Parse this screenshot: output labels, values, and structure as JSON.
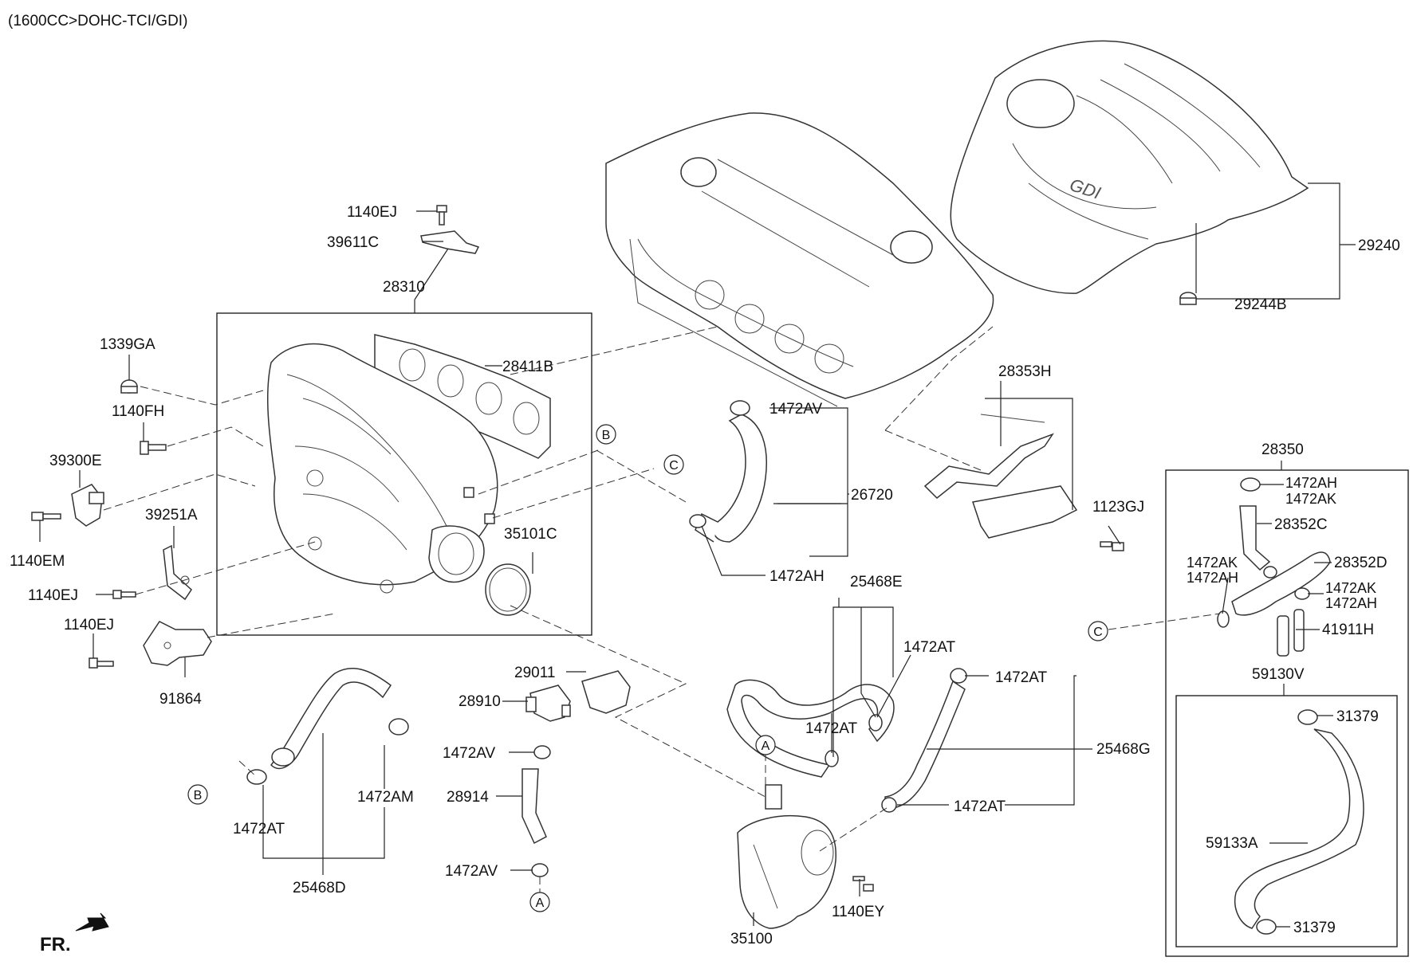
{
  "header": {
    "engine_spec": "(1600CC>DOHC-TCI/GDI)"
  },
  "footer": {
    "direction": "FR."
  },
  "cover": {
    "logo": "GDI"
  },
  "callouts": {
    "a": "A",
    "b": "B",
    "c": "C"
  },
  "parts": {
    "p_1140EJ_top": "1140EJ",
    "p_39611C": "39611C",
    "p_28310": "28310",
    "p_1339GA": "1339GA",
    "p_28411B": "28411B",
    "p_1140FH": "1140FH",
    "p_39300E": "39300E",
    "p_39251A": "39251A",
    "p_1140EM": "1140EM",
    "p_1140EJ_mid": "1140EJ",
    "p_1140EJ_low": "1140EJ",
    "p_91864": "91864",
    "p_35101C": "35101C",
    "p_1472AV_top": "1472AV",
    "p_26720": "26720",
    "p_1472AH_mid": "1472AH",
    "p_28353H": "28353H",
    "p_1123GJ": "1123GJ",
    "p_29240": "29240",
    "p_29244B": "29244B",
    "p_28350": "28350",
    "p_1472AH_r1": "1472AH",
    "p_1472AK_r1": "1472AK",
    "p_28352C": "28352C",
    "p_28352D": "28352D",
    "p_1472AK_r2": "1472AK",
    "p_1472AH_r2": "1472AH",
    "p_1472AK_r3": "1472AK",
    "p_1472AH_r3": "1472AH",
    "p_41911H": "41911H",
    "p_59130V": "59130V",
    "p_31379_top": "31379",
    "p_59133A": "59133A",
    "p_31379_bot": "31379",
    "p_25468E": "25468E",
    "p_1472AT_e1": "1472AT",
    "p_1472AT_e2": "1472AT",
    "p_1472AT_g1": "1472AT",
    "p_25468G": "25468G",
    "p_1472AT_g2": "1472AT",
    "p_29011": "29011",
    "p_28910": "28910",
    "p_1472AV_l1": "1472AV",
    "p_28914": "28914",
    "p_1472AV_l2": "1472AV",
    "p_1472AT_d": "1472AT",
    "p_1472AM": "1472AM",
    "p_25468D": "25468D",
    "p_35100": "35100",
    "p_1140EY": "1140EY"
  }
}
